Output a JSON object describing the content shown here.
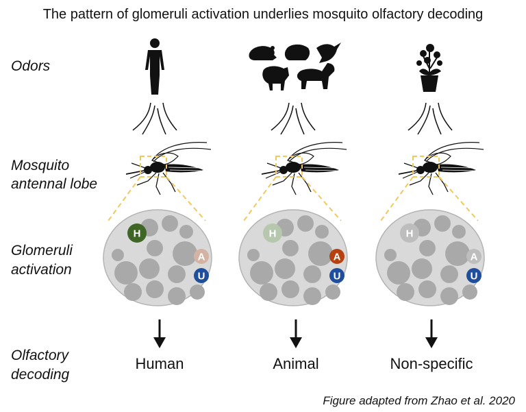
{
  "title": "The pattern of glomeruli activation underlies mosquito olfactory decoding",
  "rows": {
    "odors": "Odors",
    "antennal_lobe_1": "Mosquito",
    "antennal_lobe_2": "antennal lobe",
    "glomeruli_1": "Glomeruli",
    "glomeruli_2": "activation",
    "decoding_1": "Olfactory",
    "decoding_2": "decoding"
  },
  "columns": [
    {
      "odor_source": "human-figure-icon",
      "outcome": "Human",
      "glomeruli": {
        "H": {
          "label": "H",
          "color": "#3f6626"
        },
        "A": {
          "label": "A",
          "color": "#d4b3a2"
        },
        "U": {
          "label": "U",
          "color": "#1f4e9c"
        }
      }
    },
    {
      "odor_source": "animal-silhouettes-icon",
      "outcome": "Animal",
      "glomeruli": {
        "H": {
          "label": "H",
          "color": "#b5c7ac"
        },
        "A": {
          "label": "A",
          "color": "#b5420e"
        },
        "U": {
          "label": "U",
          "color": "#1f4e9c"
        }
      }
    },
    {
      "odor_source": "potted-plant-icon",
      "outcome": "Non-specific",
      "glomeruli": {
        "H": {
          "label": "H",
          "color": "#bdbdbd"
        },
        "A": {
          "label": "A",
          "color": "#bdbdbd"
        },
        "U": {
          "label": "U",
          "color": "#1f4e9c"
        }
      }
    }
  ],
  "colors": {
    "zoom_dash": "#f2c75c",
    "lobe_fill": "#d9d9d9",
    "glomerulus": "#a9a9a9"
  },
  "caption": "Figure adapted from Zhao et al. 2020"
}
